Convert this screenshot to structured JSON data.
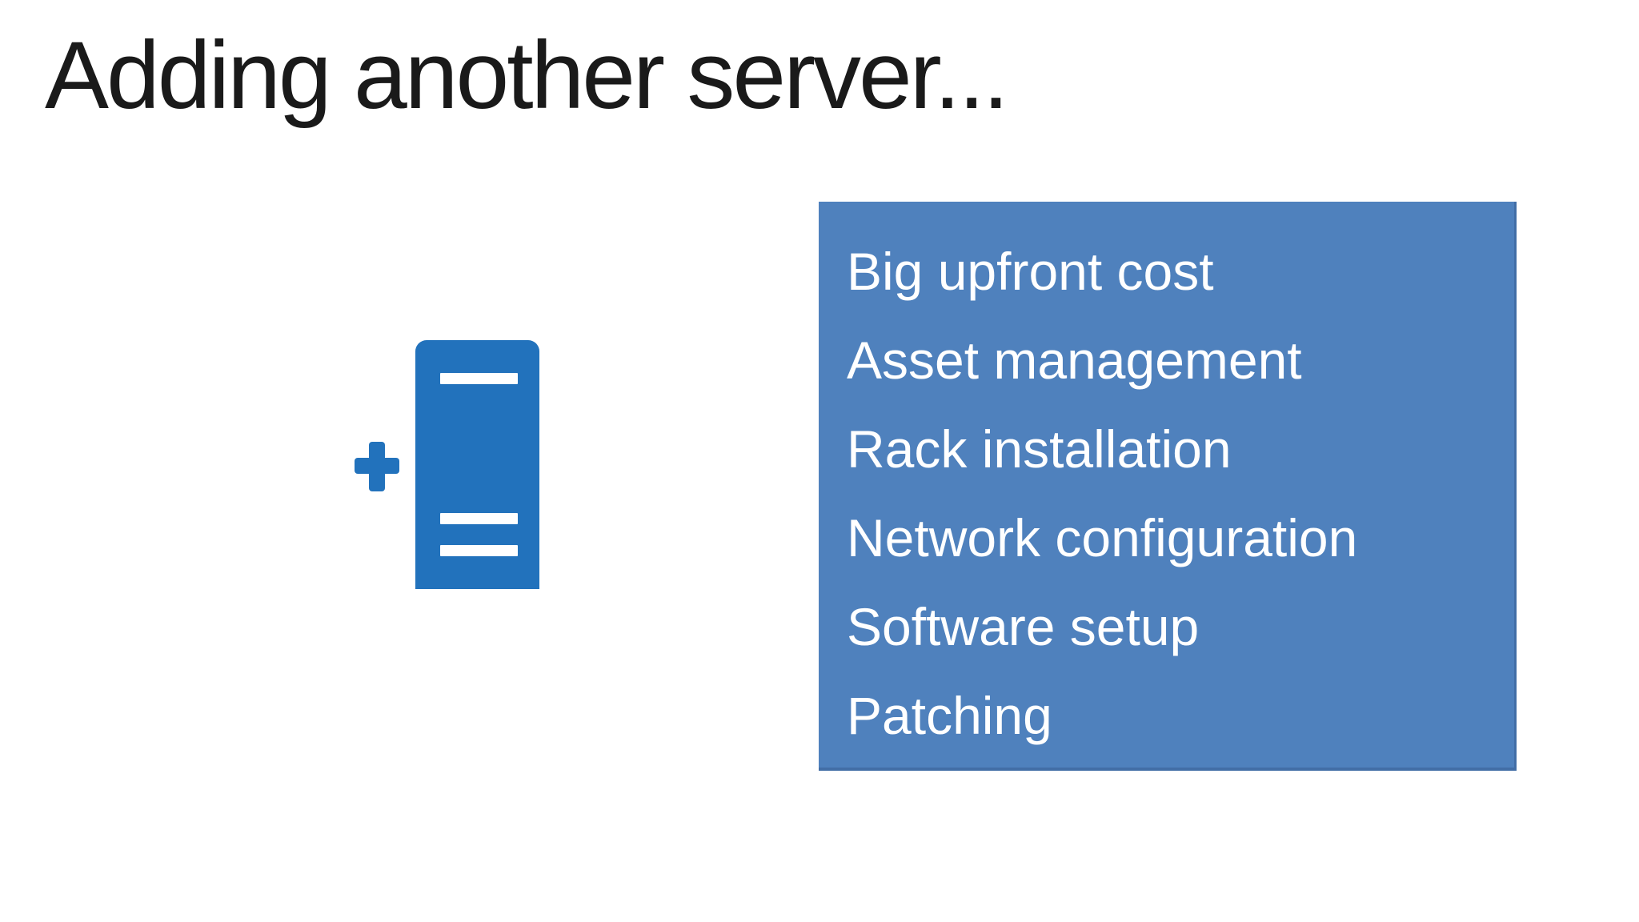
{
  "slide": {
    "title": "Adding another server..."
  },
  "graphic": {
    "plus_icon": "plus",
    "server_icon": "server-tower"
  },
  "panel": {
    "items": [
      "Big upfront cost",
      "Asset management",
      "Rack installation",
      "Network configuration",
      "Software setup",
      "Patching"
    ]
  },
  "colors": {
    "background": "#FFFFFF",
    "title_text": "#1A1A1A",
    "icon_blue": "#2272BC",
    "panel_blue": "#4F81BD",
    "panel_text": "#FFFFFF"
  }
}
